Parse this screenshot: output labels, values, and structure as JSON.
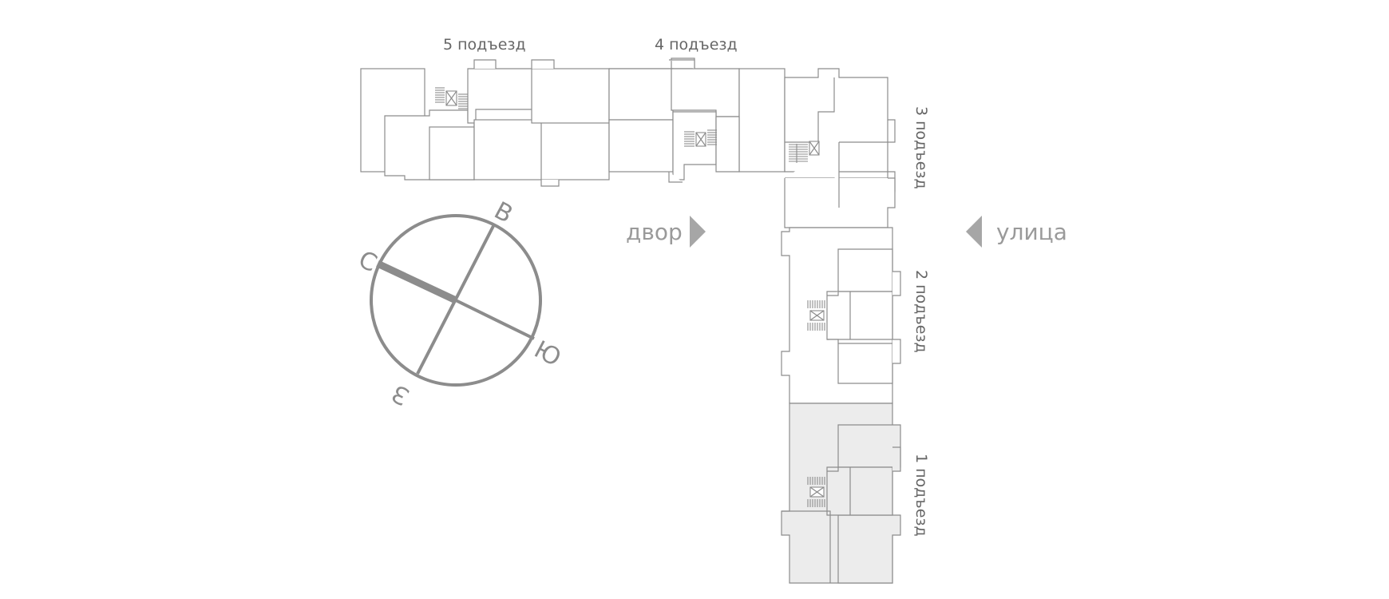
{
  "entrances": [
    {
      "id": "1",
      "label": "1 подъезд",
      "selected": true
    },
    {
      "id": "2",
      "label": "2 подъезд",
      "selected": false
    },
    {
      "id": "3",
      "label": "3 подъезд",
      "selected": false
    },
    {
      "id": "4",
      "label": "4 подъезд",
      "selected": false
    },
    {
      "id": "5",
      "label": "5 подъезд",
      "selected": false
    }
  ],
  "orientation": {
    "courtyard": "двор",
    "street": "улица"
  },
  "compass": {
    "north": "С",
    "south": "Ю",
    "east": "В",
    "west": "З"
  },
  "colors": {
    "outline": "#8c8c8c",
    "selected_fill": "#ececec",
    "arrow": "#a6a6a6"
  }
}
